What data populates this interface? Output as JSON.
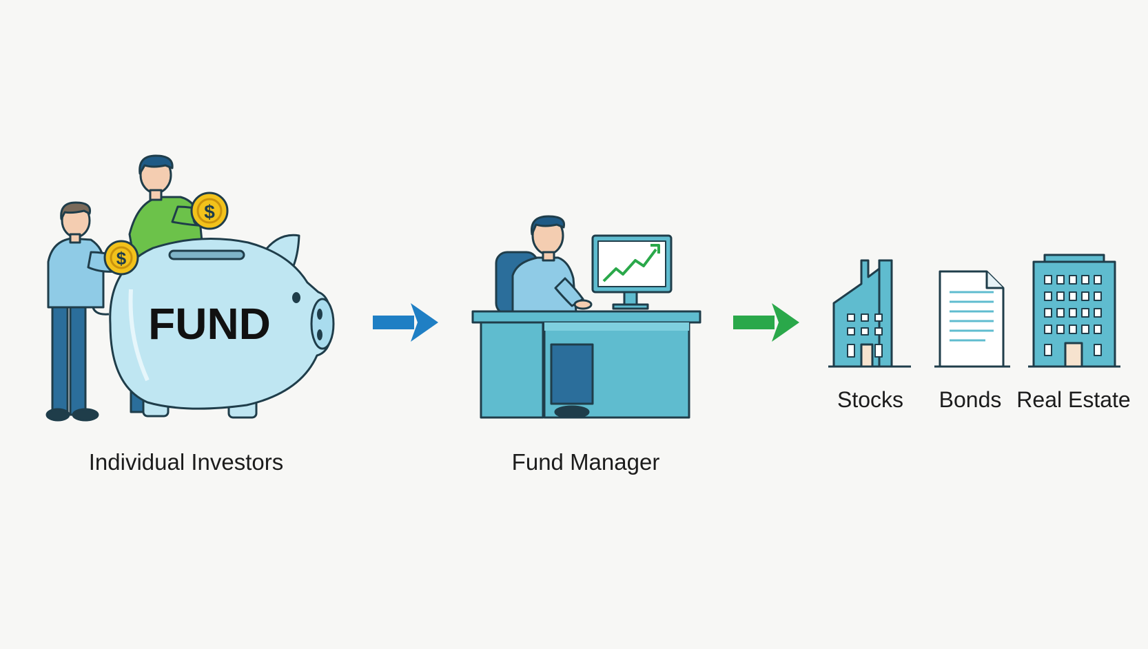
{
  "diagram": {
    "nodes": [
      {
        "id": "investors",
        "label": "Individual Investors",
        "box_text": "FUND",
        "icons": [
          "investor-person-icon",
          "investor-person-icon",
          "coin-icon",
          "piggy-bank-icon"
        ]
      },
      {
        "id": "manager",
        "label": "Fund Manager",
        "icons": [
          "fund-manager-person-icon",
          "desk-icon",
          "computer-monitor-icon",
          "rising-chart-icon"
        ]
      },
      {
        "id": "assets",
        "items": [
          {
            "label": "Stocks",
            "icon": "factory-icon"
          },
          {
            "label": "Bonds",
            "icon": "document-icon"
          },
          {
            "label": "Real Estate",
            "icon": "building-icon"
          }
        ]
      }
    ],
    "edges": [
      {
        "from": "investors",
        "to": "manager",
        "color": "#1f7fc4"
      },
      {
        "from": "manager",
        "to": "assets",
        "color": "#2aa84a"
      }
    ]
  },
  "colors": {
    "background": "#f7f7f5",
    "outline": "#1f3d4a",
    "teal_fill": "#5fbccf",
    "piggy_fill": "#bfe6f2",
    "coin": "#f2c21b",
    "shirt_blue": "#8fcbe6",
    "shirt_green": "#6cc24a",
    "pants": "#2b6e9b",
    "hair": "#1f5a85",
    "skin": "#f4cdb1",
    "arrow_blue": "#1f7fc4",
    "arrow_green": "#2aa84a"
  }
}
